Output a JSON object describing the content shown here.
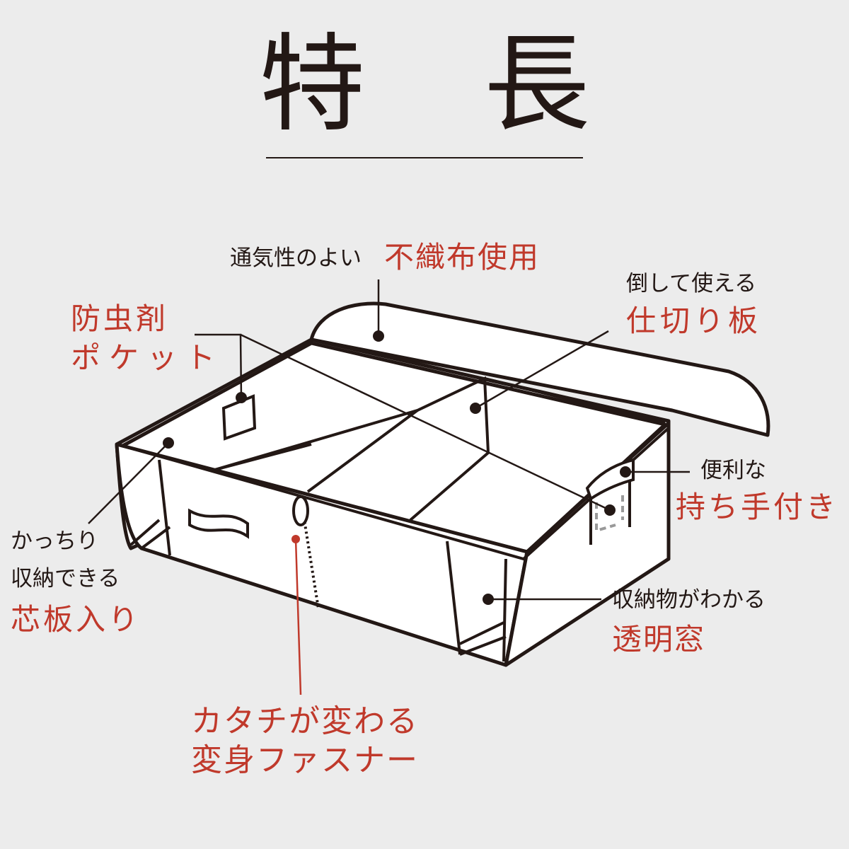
{
  "title": "特 長",
  "callouts": {
    "fabric": {
      "lead": "通気性のよい",
      "highlight": "不織布使用"
    },
    "pocket": {
      "line1": "防虫剤",
      "line2": "ポケット"
    },
    "divider": {
      "lead": "倒して使える",
      "highlight": "仕切り板"
    },
    "handle": {
      "lead": "便利な",
      "highlight": "持ち手付き"
    },
    "board": {
      "lead1": "かっちり",
      "lead2": "収納できる",
      "highlight": "芯板入り"
    },
    "window": {
      "lead": "収納物がわかる",
      "highlight": "透明窓"
    },
    "zipper": {
      "line1": "カタチが変わる",
      "line2": "変身ファスナー"
    }
  },
  "colors": {
    "background": "#ececec",
    "accent": "#c0392b",
    "ink": "#231815"
  }
}
